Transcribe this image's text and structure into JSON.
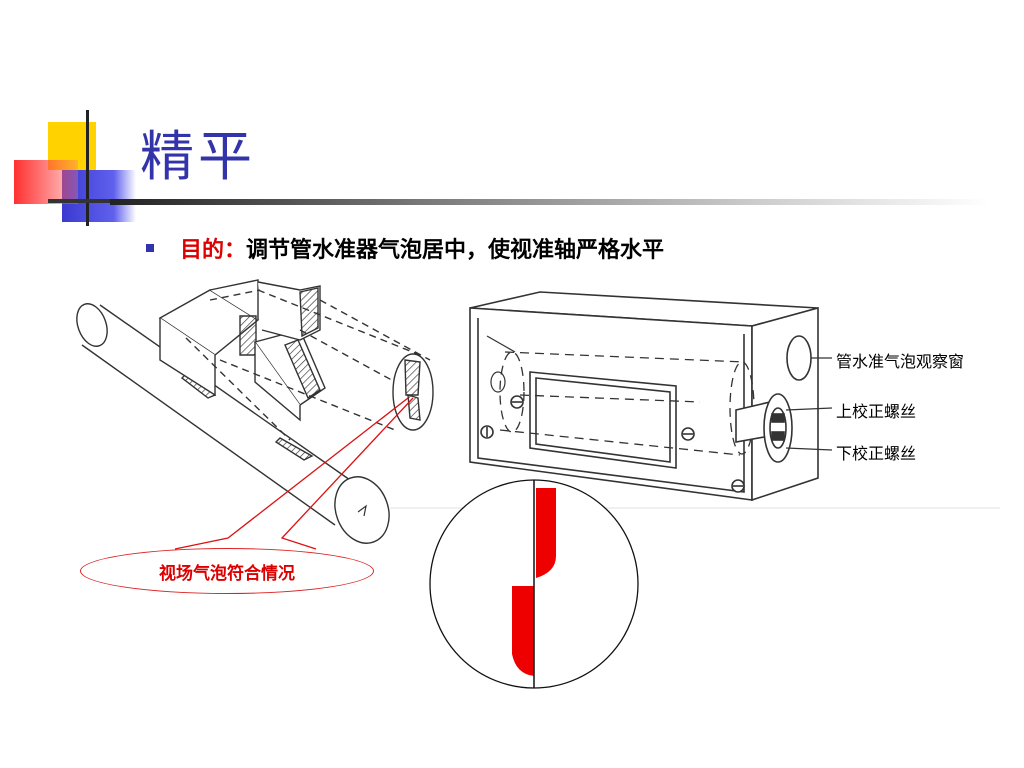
{
  "slide": {
    "title": "精平",
    "bullet": {
      "label": "目的：",
      "text": "调节管水准器气泡居中，使视准轴严格水平"
    }
  },
  "diagram": {
    "callouts": {
      "window": "管水准气泡观察窗",
      "upper_screw": "上校正螺丝",
      "lower_screw": "下校正螺丝"
    },
    "caption": "视场气泡符合情况"
  },
  "colors": {
    "title": "#3333aa",
    "accent_red": "#dd0000",
    "bubble_fill": "#ee0000"
  }
}
